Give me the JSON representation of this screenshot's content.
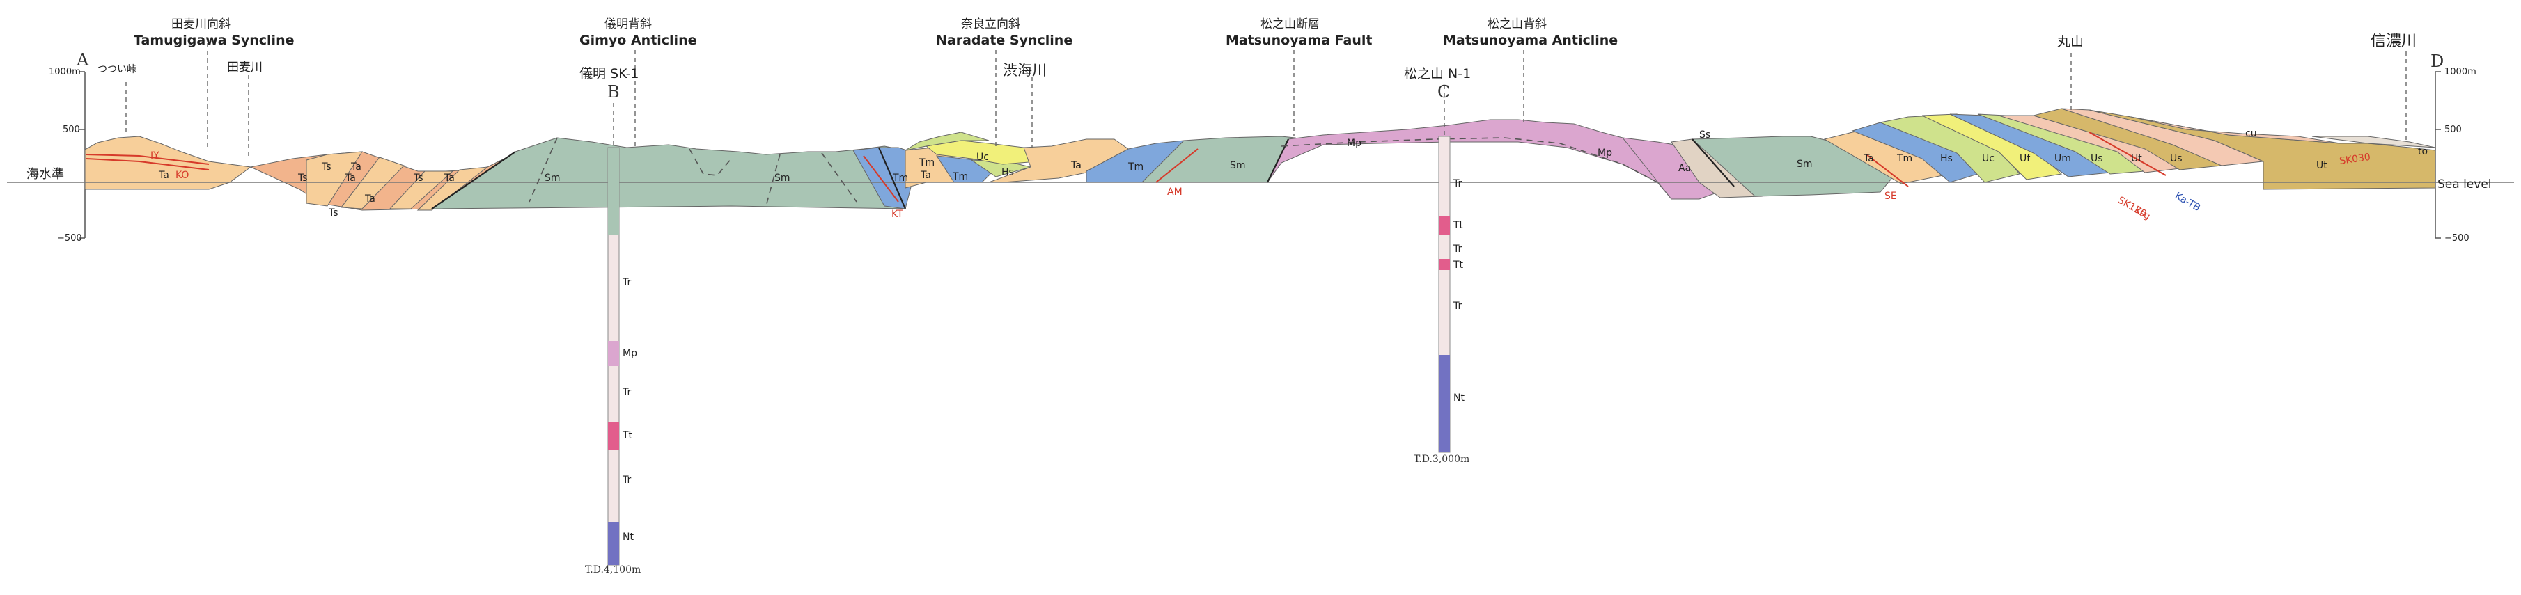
{
  "section_points": {
    "A": "A",
    "B": "B",
    "C": "C",
    "D": "D"
  },
  "sea_level_jp": "海水準",
  "sea_level_en": "Sea level",
  "scale_left": {
    "top": "1000m",
    "mid": "500",
    "neg": "−500"
  },
  "scale_right": {
    "top": "1000m",
    "mid": "500",
    "neg": "−500"
  },
  "peaks": {
    "tsutsui": "つつい峠",
    "maruyama": "丸山"
  },
  "structures": {
    "tamugigawa_syncline_jp": "田麦川向斜",
    "tamugigawa_syncline_en": "Tamugigawa Syncline",
    "tamugi_river": "田麦川",
    "gimyo_anticline_jp": "儀明背斜",
    "gimyo_anticline_en": "Gimyo Anticline",
    "naradate_syncline_jp": "奈良立向斜",
    "naradate_syncline_en": "Naradate Syncline",
    "shibukai_river": "渋海川",
    "matsunoyama_fault_jp": "松之山断層",
    "matsunoyama_fault_en": "Matsunoyama Fault",
    "matsunoyama_anticline_jp": "松之山背斜",
    "matsunoyama_anticline_en": "Matsunoyama Anticline",
    "shinano_river": "信濃川"
  },
  "wells": {
    "gimyo": {
      "name": "儀明 SK-1",
      "td": "T.D.4,100m",
      "units": [
        "Tr",
        "Mp",
        "Tr",
        "Tt",
        "Tr",
        "Nt"
      ]
    },
    "matsunoyama": {
      "name": "松之山 N-1",
      "td": "T.D.3,000m",
      "units": [
        "Tr",
        "Tt",
        "Tr",
        "Tt",
        "Tr",
        "Nt"
      ]
    }
  },
  "units": {
    "ta": "Ta",
    "ts": "Ts",
    "sm": "Sm",
    "tm": "Tm",
    "hs": "Hs",
    "uc": "Uc",
    "mp": "Mp",
    "aa": "Aa",
    "ss": "Ss",
    "uf": "Uf",
    "um": "Um",
    "us": "Us",
    "ut": "Ut",
    "cu": "cu",
    "to": "to"
  },
  "tephra": {
    "iy": "IY",
    "ko": "KO",
    "kt": "KT",
    "am": "AM",
    "se": "SE",
    "sk130": "SK130",
    "ksg": "Ksg",
    "kakb": "Ka-TB",
    "sk030": "SK030"
  },
  "colors": {
    "ta": "#f7cf9a",
    "ts": "#f2b48c",
    "sm": "#a9c5b4",
    "tm": "#7fa7dc",
    "hs": "#cfe28c",
    "uc": "#f1f07a",
    "mp": "#dba6cf",
    "aa": "#e1d3c4",
    "ut": "#d6b86a",
    "us": "#f4c9b3",
    "tephra": "#d63a2a"
  }
}
